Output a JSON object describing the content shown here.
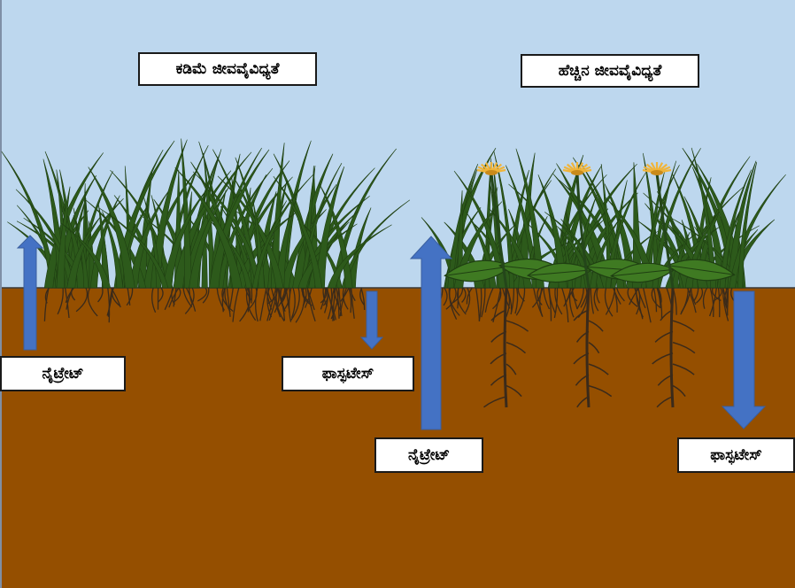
{
  "colors": {
    "sky": "#bdd7ee",
    "soil": "#954f00",
    "arrow": "#4472c4",
    "grass": "#2d5a1b",
    "leaf": "#3f7a22",
    "root": "#3a2a1a",
    "flower": "#f0b43a"
  },
  "titles": {
    "low": "ಕಡಿಮೆ ಜೀವವೈವಿಧ್ಯತೆ",
    "high": "ಹೆಚ್ಚಿನ ಜೀವವೈವಿಧ್ಯತೆ"
  },
  "labels": {
    "nitrate_low": "ನೈಟ್ರೇಟ್",
    "phosphate_low": "ಫಾಸ್ಫಟೇಸ್",
    "nitrate_high": "ನೈಟ್ರೇಟ್",
    "phosphate_high": "ಫಾಸ್ಫಟೇಸ್"
  }
}
